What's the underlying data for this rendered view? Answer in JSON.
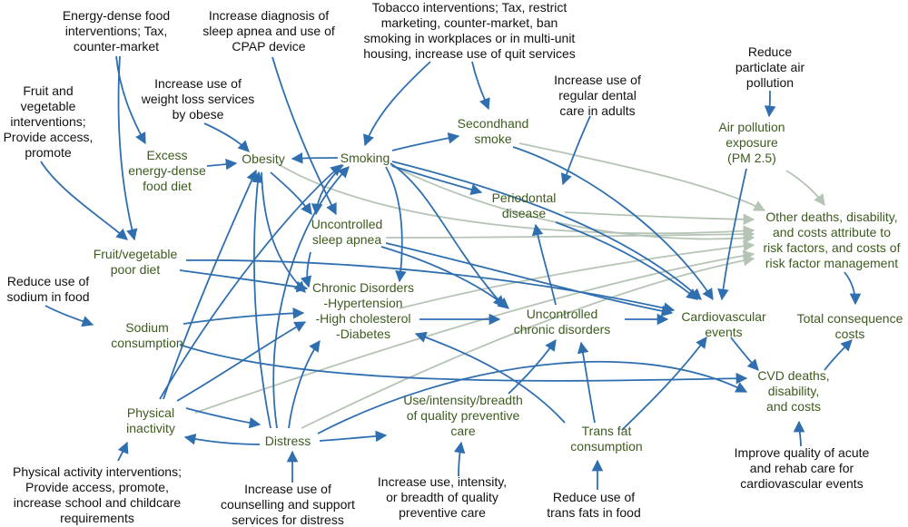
{
  "colors": {
    "intervention_text": "#111111",
    "factor_text": "#3d5b1f",
    "edge_main": "#2f6fb0",
    "edge_cost": "#b5c4b5"
  },
  "nodes": {
    "energy_int": [
      "Energy-dense food",
      "interventions; Tax,",
      "counter-market"
    ],
    "sleep_int": [
      "Increase diagnosis of",
      "sleep apnea and use of",
      "CPAP device"
    ],
    "tobacco_int": [
      "Tobacco interventions; Tax, restrict",
      "marketing, counter-market, ban",
      "smoking in workplaces or in multi-unit",
      "housing, increase use of quit services"
    ],
    "pollution_int": [
      "Reduce",
      "particlate air",
      "pollution"
    ],
    "weightloss_int": [
      "Increase use of",
      "weight loss services",
      "by obese"
    ],
    "fruit_int": [
      "Fruit and",
      "vegetable",
      "interventions;",
      "Provide access,",
      "promote"
    ],
    "dental_int": [
      "Increase use of",
      "regular dental",
      "care in adults"
    ],
    "secondhand": [
      "Secondhand",
      "smoke"
    ],
    "air_exposure": [
      "Air pollution",
      "exposure",
      "(PM 2.5)"
    ],
    "excess_diet": [
      "Excess",
      "energy-dense",
      "food diet"
    ],
    "obesity": [
      "Obesity"
    ],
    "smoking": [
      "Smoking"
    ],
    "periodontal": [
      "Periodontal",
      "disease"
    ],
    "other_deaths": [
      "Other deaths, disability,",
      "and costs attribute to",
      "risk factors, and costs of",
      "risk factor management"
    ],
    "sleep_apnea": [
      "Uncontrolled",
      "sleep apnea"
    ],
    "fruit_diet": [
      "Fruit/vegetable",
      "poor diet"
    ],
    "sodium_int": [
      "Reduce use of",
      "sodium in food"
    ],
    "chronic": [
      "Chronic Disorders",
      "-Hypertension",
      "-High cholesterol",
      "-Diabetes"
    ],
    "uncontrolled": [
      "Uncontrolled",
      "chronic disorders"
    ],
    "cv_events": [
      "Cardiovascular",
      "events"
    ],
    "total_costs": [
      "Total consequence",
      "costs"
    ],
    "sodium": [
      "Sodium",
      "consumption"
    ],
    "cvd_deaths": [
      "CVD deaths,",
      "disability,",
      "and costs"
    ],
    "prev_care": [
      "Use/intensity/breadth",
      "of quality preventive",
      "care"
    ],
    "physical_inact": [
      "Physical",
      "inactivity"
    ],
    "distress": [
      "Distress"
    ],
    "trans_fat": [
      "Trans fat",
      "consumption"
    ],
    "physical_int": [
      "Physical activity interventions;",
      "Provide access, promote,",
      "increase school and childcare",
      "requirements"
    ],
    "counselling_int": [
      "Increase use of",
      "counselling and support",
      "services for distress"
    ],
    "prev_int": [
      "Increase use, intensity,",
      "or breadth of quality",
      "preventive care"
    ],
    "transfat_int": [
      "Reduce use of",
      "trans fats in food"
    ],
    "acute_int": [
      "Improve quality of acute",
      "and rehab care for",
      "cardiovascular events"
    ]
  }
}
